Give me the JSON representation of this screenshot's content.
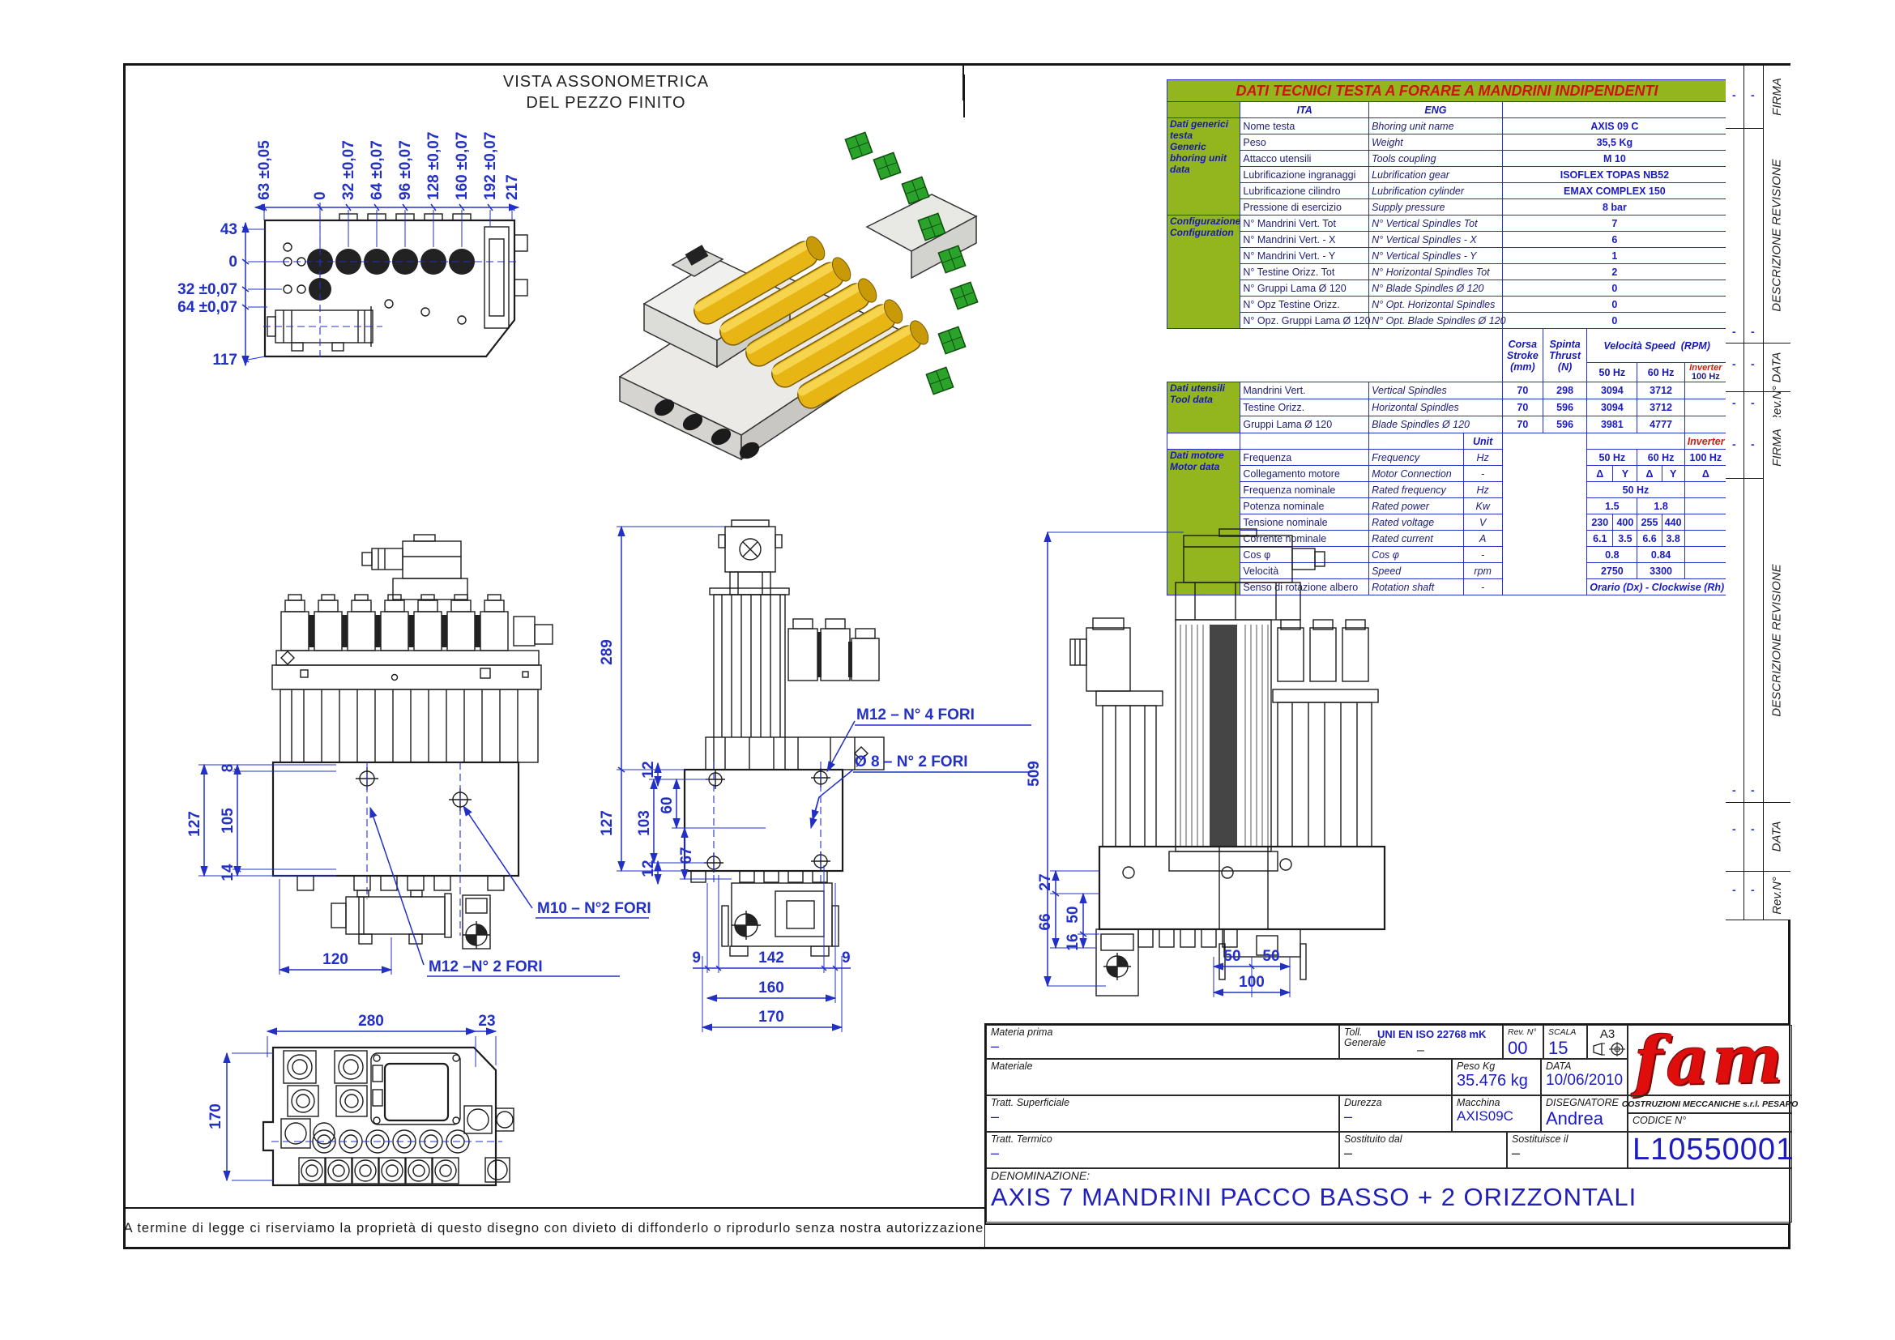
{
  "sheet": {
    "disclaimer": "A termine di legge ci riserviamo la proprietà di questo disegno con divieto di diffonderlo o riprodurlo senza nostra autorizzazione"
  },
  "iso_view": {
    "caption1": "VISTA ASSONOMETRICA",
    "caption2": "DEL PEZZO FINITO"
  },
  "top_view": {
    "h": [
      "63 ±0,05",
      "0",
      "32 ±0,07",
      "64 ±0,07",
      "96 ±0,07",
      "128 ±0,07",
      "160 ±0,07",
      "192 ±0,07",
      "217"
    ],
    "v": [
      "43",
      "0",
      "32 ±0,07",
      "64 ±0,07",
      "117"
    ]
  },
  "front_view": {
    "d8": "8",
    "d105": "105",
    "d127": "127",
    "d14": "14",
    "d120": "120",
    "m10": "M10   – N°2 FORI",
    "m12": "M12  –N° 2 FORI"
  },
  "center_view": {
    "d289": "289",
    "d12a": "12",
    "d60": "60",
    "d103": "103",
    "d67": "67",
    "d127": "127",
    "d12b": "12",
    "d9a": "9",
    "d142": "142",
    "d9b": "9",
    "d160": "160",
    "d170": "170",
    "m12": "M12   – N° 4 FORI",
    "o8": "Ø 8  – N° 2 FORI"
  },
  "right_view": {
    "d509": "509",
    "d27": "27",
    "d66": "66",
    "d50": "50",
    "d16": "16",
    "d50a": "50",
    "d50b": "50",
    "d100": "100"
  },
  "bottom_view": {
    "d280": "280",
    "d23": "23",
    "d170": "170"
  },
  "tech_table": {
    "title": "DATI TECNICI TESTA A FORARE A MANDRINI INDIPENDENTI",
    "ita": "ITA",
    "eng": "ENG",
    "generic_cat": [
      "Dati generici",
      "testa",
      "Generic",
      "bhoring unit",
      "data"
    ],
    "generic_rows": [
      {
        "ita": "Nome testa",
        "eng": "Bhoring unit name",
        "val": "AXIS 09 C"
      },
      {
        "ita": "Peso",
        "eng": "Weight",
        "val": "35,5 Kg"
      },
      {
        "ita": "Attacco utensili",
        "eng": "Tools coupling",
        "val": "M 10"
      },
      {
        "ita": "Lubrificazione ingranaggi",
        "eng": "Lubrification gear",
        "val": "ISOFLEX TOPAS NB52"
      },
      {
        "ita": "Lubrificazione cilindro",
        "eng": "Lubrification cylinder",
        "val": "EMAX COMPLEX 150"
      },
      {
        "ita": "Pressione di esercizio",
        "eng": "Supply pressure",
        "val": "8 bar"
      }
    ],
    "config_cat": [
      "Configurazione",
      "Configuration"
    ],
    "config_rows": [
      {
        "ita": "N° Mandrini Vert. Tot",
        "eng": "N° Vertical Spindles Tot",
        "val": "7"
      },
      {
        "ita": "N° Mandrini Vert. - X",
        "eng": "N° Vertical Spindles - X",
        "val": "6"
      },
      {
        "ita": "N° Mandrini Vert. - Y",
        "eng": "N° Vertical Spindles - Y",
        "val": "1"
      },
      {
        "ita": "N° Testine Orizz. Tot",
        "eng": "N° Horizontal Spindles Tot",
        "val": "2"
      },
      {
        "ita": "N° Gruppi Lama Ø 120",
        "eng": "N° Blade Spindles Ø 120",
        "val": "0"
      },
      {
        "ita": "N° Opz Testine Orizz.",
        "eng": "N° Opt. Horizontal Spindles",
        "val": "0"
      },
      {
        "ita": "N° Opz. Gruppi Lama Ø 120",
        "eng": "N° Opt. Blade Spindles Ø 120",
        "val": "0"
      }
    ],
    "tool_cat": [
      "Dati utensili",
      "Tool data"
    ],
    "tool_hdr": {
      "corsa": [
        "Corsa",
        "Stroke",
        "(mm)"
      ],
      "spinta": [
        "Spinta",
        "Thrust",
        "(N)"
      ],
      "vel": "Velocità Speed",
      "rpm": "(RPM)",
      "hz50": "50 Hz",
      "hz60": "60 Hz",
      "inverter": "Inverter",
      "hz100": "100 Hz"
    },
    "tool_rows": [
      {
        "ita": "Mandrini Vert.",
        "eng": "Vertical Spindles",
        "corsa": "70",
        "spinta": "298",
        "v50": "3094",
        "v60": "3712"
      },
      {
        "ita": "Testine Orizz.",
        "eng": "Horizontal Spindles",
        "corsa": "70",
        "spinta": "596",
        "v50": "3094",
        "v60": "3712"
      },
      {
        "ita": "Gruppi Lama Ø 120",
        "eng": "Blade Spindles Ø 120",
        "corsa": "70",
        "spinta": "596",
        "v50": "3981",
        "v60": "4777"
      }
    ],
    "motor_cat": [
      "Dati motore",
      "Motor data"
    ],
    "unit": "Unit",
    "inverter": "Inverter",
    "hz100": "100 Hz",
    "hz50": "50 Hz",
    "hz60": "60 Hz",
    "motor_rows": [
      {
        "ita": "Frequenza",
        "eng": "Frequency",
        "unit": "Hz"
      },
      {
        "ita": "Collegamento motore",
        "eng": "Motor Connection",
        "unit": "-",
        "d1": "Δ",
        "y1": "Y",
        "d2": "Δ",
        "y2": "Y",
        "inv": "Δ"
      },
      {
        "ita": "Frequenza nominale",
        "eng": "Rated frequency",
        "unit": "Hz",
        "span": "50 Hz"
      },
      {
        "ita": "Potenza nominale",
        "eng": "Rated power",
        "unit": "Kw",
        "v50": "1.5",
        "v60": "1.8"
      },
      {
        "ita": "Tensione nominale",
        "eng": "Rated voltage",
        "unit": "V",
        "d1": "230",
        "y1": "400",
        "d2": "255",
        "y2": "440"
      },
      {
        "ita": "Corrente nominale",
        "eng": "Rated current",
        "unit": "A",
        "d1": "6.1",
        "y1": "3.5",
        "d2": "6.6",
        "y2": "3.8"
      },
      {
        "ita": "Cos φ",
        "eng": "Cos φ",
        "unit": "-",
        "v50": "0.8",
        "v60": "0.84"
      },
      {
        "ita": "Velocità",
        "eng": "Speed",
        "unit": "rpm",
        "v50": "2750",
        "v60": "3300"
      },
      {
        "ita": "Senso di rotazione albero",
        "eng": "Rotation shaft",
        "unit": "-",
        "span": "Orario (Dx) - Clockwise (Rh)"
      }
    ]
  },
  "revstrip": {
    "firma": "FIRMA",
    "descrizione": "DESCRIZIONE REVISIONE",
    "data": "DATA",
    "revn": "Rev.N°",
    "dash": "-"
  },
  "titleblock": {
    "materia_label": "Materia prima",
    "materia_val": "–",
    "materiale_label": "Materiale",
    "materiale_val": "",
    "tratt_sup_label": "Tratt. Superficiale",
    "tratt_sup_val": "–",
    "tratt_term_label": "Tratt. Termico",
    "tratt_term_val": "–",
    "toll_label1": "Toll.",
    "toll_label2": "Generale",
    "toll_std": "UNI EN ISO 22768 mK",
    "toll_val": "–",
    "rev_label": "Rev. N°",
    "rev_val": "00",
    "scala_label": "SCALA",
    "scala_val": "15",
    "sheet_format": "A3",
    "peso_label": "Peso Kg",
    "peso_val": "35.476 kg",
    "data_label": "DATA",
    "data_val": "10/06/2010",
    "durezza_label": "Durezza",
    "durezza_val": "–",
    "macchina_label": "Macchina",
    "macchina_val": "AXIS09C",
    "disegnatore_label": "DISEGNATORE",
    "disegnatore_val": "Andrea",
    "sost_dal_label": "Sostituito dal",
    "sost_dal_val": "–",
    "sost_il_label": "Sostituisce il",
    "sost_il_val": "–",
    "logo": "fam",
    "company": "COSTRUZIONI MECCANICHE s.r.l. PESARO",
    "codice_label": "CODICE N°",
    "codice_val": "L10550001",
    "denom_label": "DENOMINAZIONE:",
    "denom_val": "AXIS 7 MANDRINI PACCO BASSO + 2 ORIZZONTALI"
  }
}
